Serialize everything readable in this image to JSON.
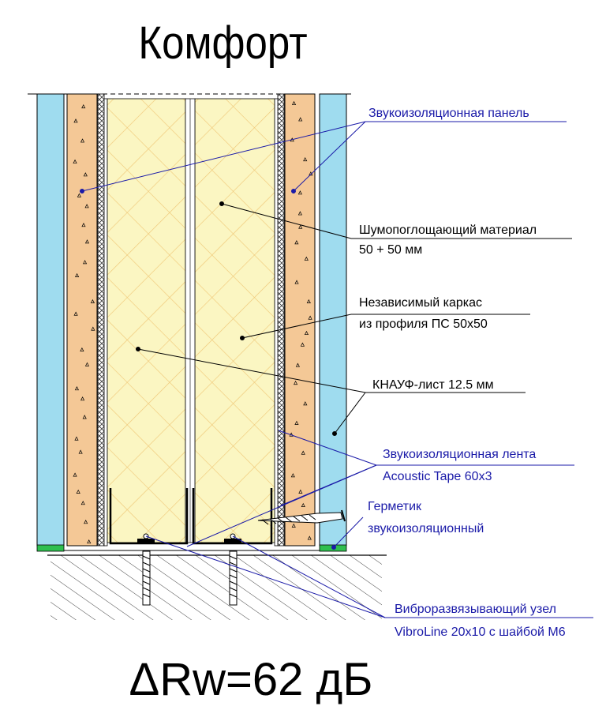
{
  "title": "Комфорт",
  "result": "ΔRw=62 дБ",
  "labels": {
    "panel": "Звукоизоляционная панель",
    "absorber_line1": "Шумопоглощающий материал",
    "absorber_line2": "50 + 50 мм",
    "frame_line1": "Независимый каркас",
    "frame_line2": "из профиля ПС 50х50",
    "knauf": "КНАУФ-лист 12.5 мм",
    "tape_line1": "Звукоизоляционная лента",
    "tape_line2": "Acoustic Tape 60х3",
    "sealant_line1": "Герметик",
    "sealant_line2": "звукоизоляционный",
    "vibro_line1": "Виброразвязывающий узел",
    "vibro_line2": "VibroLine 20х10 с шайбой М6"
  },
  "colors": {
    "drywall": "#9fdcef",
    "panel": "#f4c896",
    "absorber": "#fbf6c2",
    "absorber_grid": "#f0c878",
    "sealant": "#2fbf4f",
    "callout_blue": "#1a1aa8",
    "callout_black": "#000000"
  }
}
